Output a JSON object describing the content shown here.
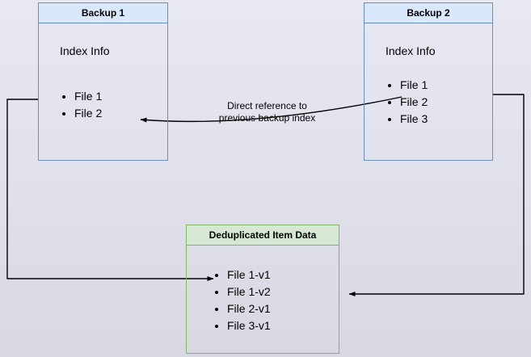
{
  "diagram": {
    "backup1": {
      "title": "Backup 1",
      "subtitle": "Index Info",
      "files": [
        "File 1",
        "File 2"
      ]
    },
    "backup2": {
      "title": "Backup 2",
      "subtitle": "Index Info",
      "files": [
        "File 1",
        "File 2",
        "File 3"
      ]
    },
    "dedup": {
      "title": "Deduplicated Item Data",
      "items": [
        "File 1-v1",
        "File 1-v2",
        "File 2-v1",
        "File 3-v1"
      ]
    },
    "arrow_label": {
      "line1": "Direct reference to",
      "line2": "previous backup index"
    },
    "colors": {
      "blue_border": "#6c8ebf",
      "blue_fill": "#dae8fc",
      "green_border": "#82b366",
      "green_fill": "#d5e8d4",
      "arrow": "#000000"
    }
  }
}
